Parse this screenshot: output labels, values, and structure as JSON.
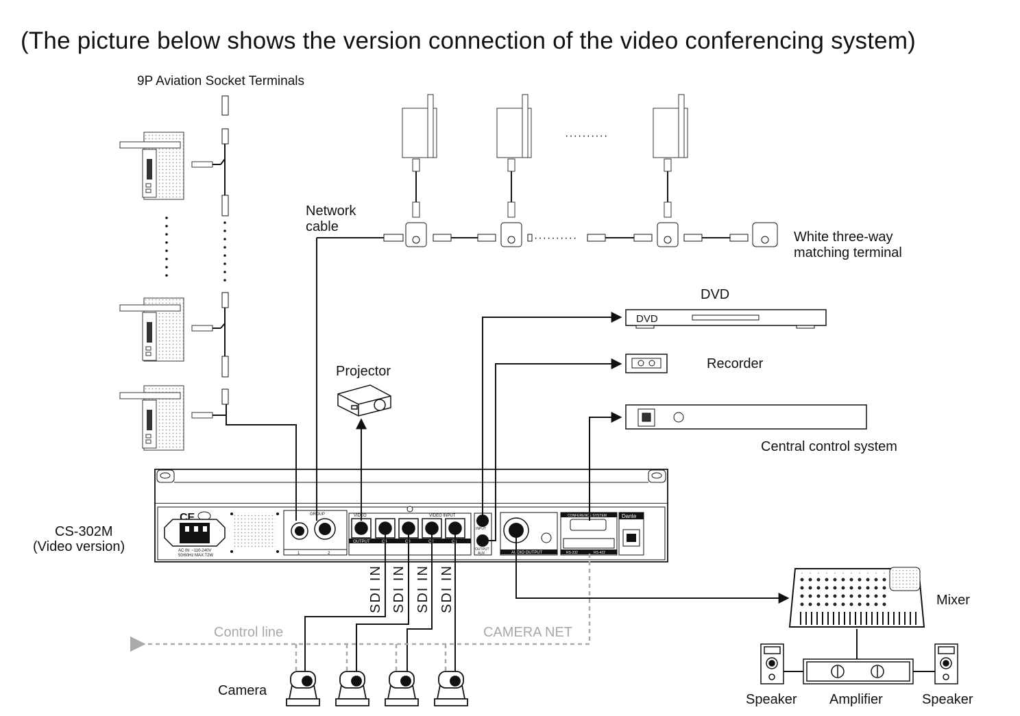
{
  "title": "(The picture below shows the version connection of the video conferencing system)",
  "labels": {
    "aviation": "9P Aviation Socket Terminals",
    "network_cable_1": "Network",
    "network_cable_2": "cable",
    "white_terminal_1": "White three-way",
    "white_terminal_2": "matching terminal",
    "dvd": "DVD",
    "dvd_panel": "DVD",
    "recorder": "Recorder",
    "projector": "Projector",
    "central_control": "Central control system",
    "device_model": "CS-302M",
    "device_version": "(Video version)",
    "mixer": "Mixer",
    "speaker_left": "Speaker",
    "amplifier": "Amplifier",
    "speaker_right": "Speaker",
    "camera": "Camera",
    "control_line": "Control line",
    "camera_net": "CAMERA NET",
    "sdi_1": "SDI IN",
    "sdi_2": "SDI IN",
    "sdi_3": "SDI IN",
    "sdi_4": "SDI IN"
  },
  "panel_text": {
    "ce": "CE",
    "group_1": "1",
    "group_2": "2",
    "group_label": "GROUP",
    "video": "VIDEO",
    "output": "OUTPUT",
    "video_input": "VIDEO INPUT",
    "c4": "C4",
    "c3": "C3",
    "c2": "C2",
    "c1": "C1",
    "input": "INPUT",
    "aux_output": "OUTPUT",
    "aux": "AUX",
    "audio_output": "AUDIO OUTPUT",
    "conference_system": "CONFERENCE SYSTEM",
    "rs232": "RS-232",
    "rs422": "RS-422",
    "dante": "Dante",
    "power_1": "AC IN: ~110-240V",
    "power_2": "50/60Hz MAX:72W"
  },
  "dotted_separator": "··········"
}
